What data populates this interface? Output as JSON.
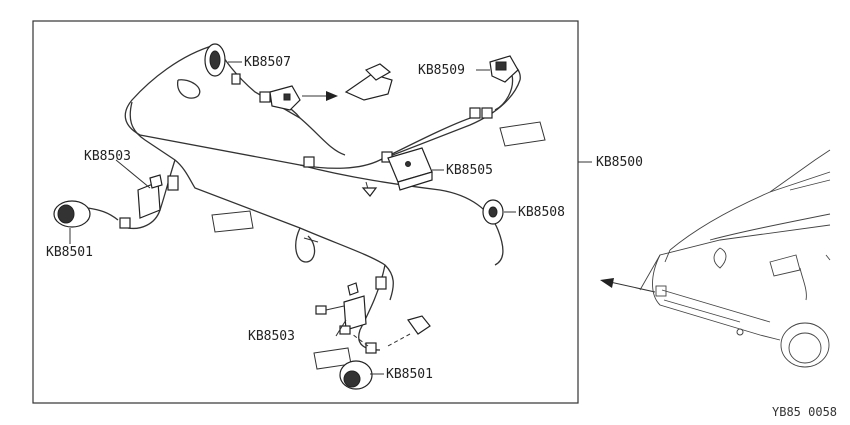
{
  "figure": {
    "code": "YB85 0058"
  },
  "callouts": {
    "assembly": "KB8500",
    "p8501_top": "KB8501",
    "p8501_bottom": "KB8501",
    "p8503_top": "KB8503",
    "p8503_bottom": "KB8503",
    "p8505": "KB8505",
    "p8507": "KB8507",
    "p8508": "KB8508",
    "p8509": "KB8509"
  },
  "colors": {
    "line": "#333333",
    "background": "#ffffff"
  }
}
